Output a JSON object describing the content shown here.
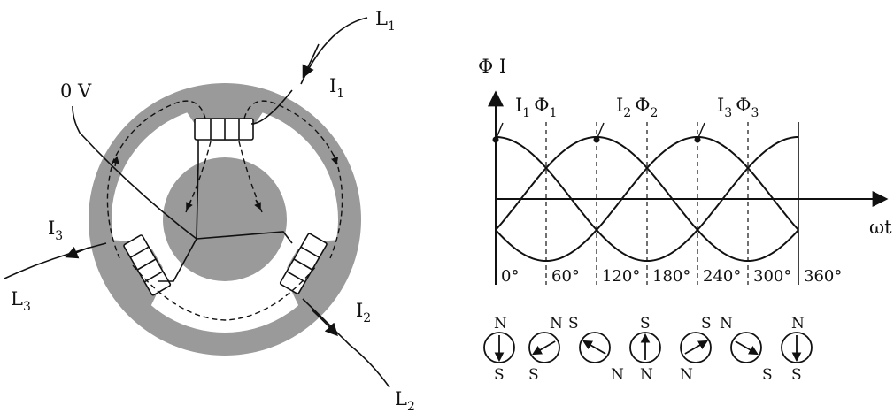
{
  "motor": {
    "labels": {
      "l1": "L",
      "l1_sub": "1",
      "l2": "L",
      "l2_sub": "2",
      "l3": "L",
      "l3_sub": "3",
      "i1": "I",
      "i1_sub": "1",
      "i2": "I",
      "i2_sub": "2",
      "i3": "I",
      "i3_sub": "3",
      "neutral": "0 V"
    },
    "colors": {
      "stator": "#9a9a9a",
      "line": "#111111",
      "background": "#ffffff"
    }
  },
  "chart_data": {
    "type": "line",
    "ylabel": "Φ I",
    "xlabel": "ωt",
    "x_unit": "degrees",
    "xlim": [
      0,
      360
    ],
    "ylim": [
      -1,
      1
    ],
    "x_ticks": [
      0,
      60,
      120,
      180,
      240,
      300,
      360
    ],
    "x_tick_labels": [
      "0°",
      "60°",
      "120°",
      "180°",
      "240°",
      "300°",
      "360°"
    ],
    "series": [
      {
        "name": "I1 Φ1",
        "label_main": "I",
        "label_sub": "1",
        "label_main2": "Φ",
        "label_sub2": "1",
        "phase_deg": 0,
        "marker_x": 0
      },
      {
        "name": "I2 Φ2",
        "label_main": "I",
        "label_sub": "2",
        "label_main2": "Φ",
        "label_sub2": "2",
        "phase_deg": 120,
        "marker_x": 120
      },
      {
        "name": "I3 Φ3",
        "label_main": "I",
        "label_sub": "3",
        "label_main2": "Φ",
        "label_sub2": "3",
        "phase_deg": 240,
        "marker_x": 240
      }
    ],
    "field_vectors": [
      {
        "angle_deg": 0,
        "top_left": "",
        "top_right": "N",
        "bottom_left": "S",
        "bottom_right": ""
      },
      {
        "angle_deg": 60,
        "top_left": "",
        "top_right": "N",
        "bottom_left": "S",
        "bottom_right": ""
      },
      {
        "angle_deg": 120,
        "top_left": "S",
        "top_right": "",
        "bottom_left": "",
        "bottom_right": "N"
      },
      {
        "angle_deg": 180,
        "top_left": "",
        "top_right": "S",
        "bottom_left": "N",
        "bottom_right": ""
      },
      {
        "angle_deg": 240,
        "top_left": "",
        "top_right": "S",
        "bottom_left": "N",
        "bottom_right": ""
      },
      {
        "angle_deg": 300,
        "top_left": "N",
        "top_right": "",
        "bottom_left": "",
        "bottom_right": "S"
      },
      {
        "angle_deg": 360,
        "top_left": "",
        "top_right": "N",
        "bottom_left": "S",
        "bottom_right": ""
      }
    ]
  }
}
